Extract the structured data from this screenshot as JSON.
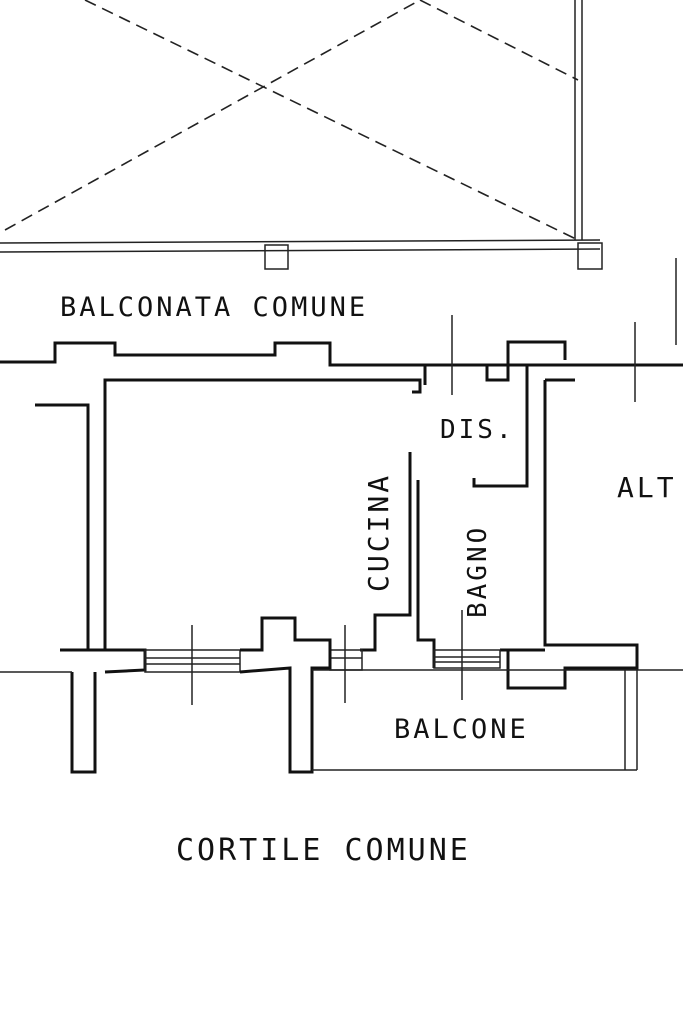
{
  "labels": {
    "balconata_comune": "BALCONATA COMUNE",
    "dis": "DIS.",
    "cucina": "CUCINA",
    "bagno": "BAGNO",
    "alt": "ALT",
    "balcone": "BALCONE",
    "cortile_comune": "CORTILE COMUNE"
  },
  "colors": {
    "ink": "#111111",
    "paper": "#ffffff"
  }
}
